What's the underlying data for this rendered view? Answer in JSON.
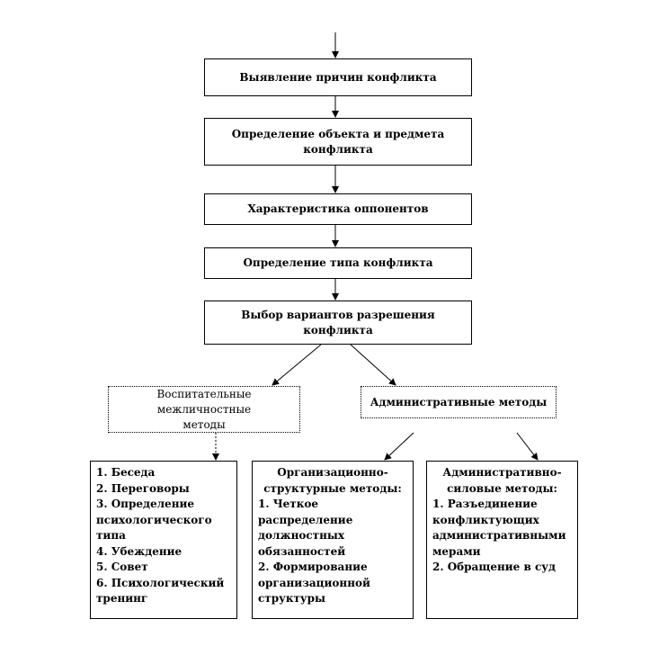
{
  "steps": [
    "Выявление причин конфликта",
    "Определение объекта и предмета конфликта",
    "Характеристика оппонентов",
    "Определение типа конфликта",
    "Выбор вариантов разрешения конфликта"
  ],
  "branches": {
    "educational": "Воспитательные межличностные методы",
    "administrative": "Административные методы"
  },
  "lists": {
    "educational": {
      "items": [
        "1. Беседа",
        "2. Переговоры",
        "3. Определение психологического типа",
        "4. Убеждение",
        "5. Совет",
        "6. Психологический тренинг"
      ]
    },
    "organizational": {
      "heading": "Организационно-структурные методы:",
      "items": [
        "1. Четкое распределение должностных обязанностей",
        "2. Формирование организационной структуры"
      ]
    },
    "force": {
      "heading": "Административно-силовые методы:",
      "items": [
        "1. Разъединение конфликтующих административными мерами",
        "2. Обращение в суд"
      ]
    }
  }
}
